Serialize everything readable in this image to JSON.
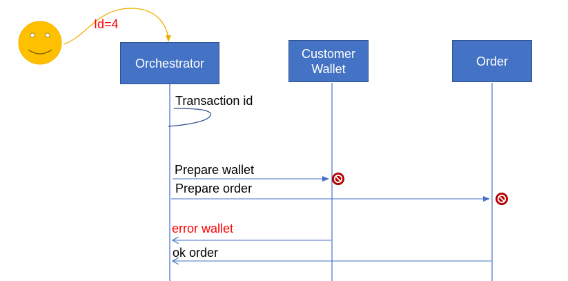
{
  "colors": {
    "box_fill": "#4472c4",
    "lifeline": "#4472c4",
    "actor_face": "#ffc000",
    "actor_arrow": "#f0b000",
    "error_text": "#ff0000",
    "stop_sign": "#c00000"
  },
  "actor": {
    "icon": "smiley-face-icon",
    "label": "Id=4"
  },
  "participants": [
    {
      "id": "orchestrator",
      "label": "Orchestrator"
    },
    {
      "id": "wallet",
      "label": "Customer\nWallet"
    },
    {
      "id": "order",
      "label": "Order"
    }
  ],
  "messages": [
    {
      "id": "transaction",
      "label": "Transaction id",
      "from": "orchestrator",
      "to": "orchestrator",
      "kind": "self"
    },
    {
      "id": "prepare_wallet",
      "label": "Prepare wallet",
      "from": "orchestrator",
      "to": "wallet",
      "kind": "request"
    },
    {
      "id": "prepare_order",
      "label": "Prepare order",
      "from": "orchestrator",
      "to": "order",
      "kind": "request"
    },
    {
      "id": "error_wallet",
      "label": "error wallet",
      "from": "wallet",
      "to": "orchestrator",
      "kind": "reply",
      "color": "#ff0000"
    },
    {
      "id": "ok_order",
      "label": "ok order",
      "from": "order",
      "to": "orchestrator",
      "kind": "reply"
    }
  ],
  "markers": [
    {
      "icon": "stop-icon",
      "at": "wallet"
    },
    {
      "icon": "stop-icon",
      "at": "order"
    }
  ]
}
